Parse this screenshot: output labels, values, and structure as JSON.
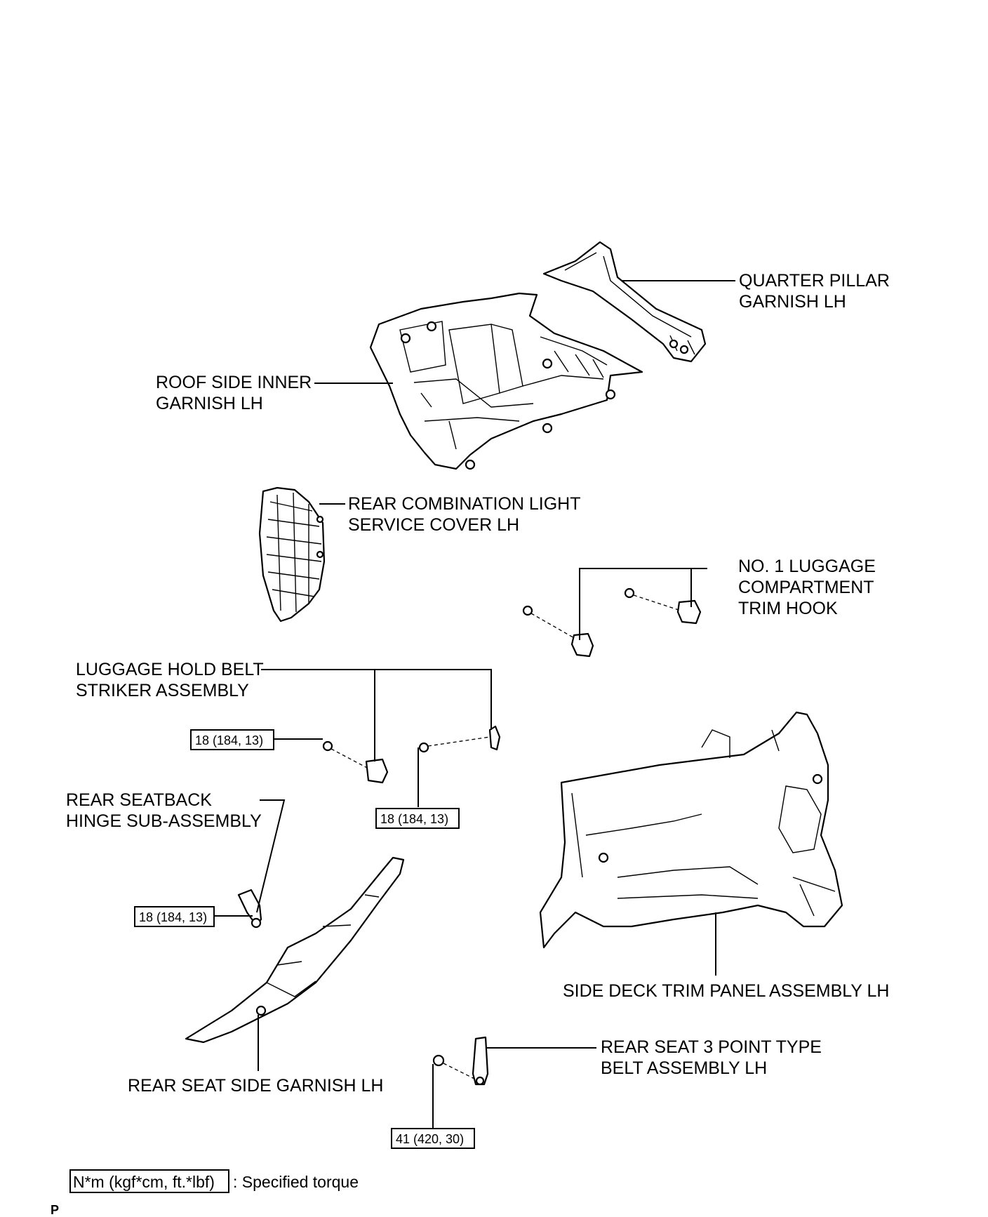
{
  "labels": {
    "quarter_pillar": [
      "QUARTER PILLAR",
      "GARNISH LH"
    ],
    "roof_side": [
      "ROOF SIDE INNER",
      "GARNISH LH"
    ],
    "rear_combo": [
      "REAR COMBINATION LIGHT",
      "SERVICE COVER LH"
    ],
    "luggage_hook": [
      "NO. 1 LUGGAGE",
      "COMPARTMENT",
      "TRIM HOOK"
    ],
    "hold_belt": [
      "LUGGAGE HOLD BELT",
      "STRIKER ASSEMBLY"
    ],
    "seatback_hinge": [
      "REAR SEATBACK",
      "HINGE SUB-ASSEMBLY"
    ],
    "side_deck": [
      "SIDE DECK TRIM PANEL ASSEMBLY LH"
    ],
    "seat_side": [
      "REAR SEAT SIDE GARNISH LH"
    ],
    "seat_belt": [
      "REAR SEAT 3 POINT TYPE",
      "BELT ASSEMBLY LH"
    ]
  },
  "torques": {
    "striker_left": "18 (184, 13)",
    "striker_right": "18 (184, 13)",
    "hinge": "18 (184, 13)",
    "belt": "41 (420, 30)"
  },
  "legend": {
    "unit": "N*m (kgf*cm, ft.*lbf)",
    "description": ": Specified torque"
  },
  "footer_mark": "P"
}
